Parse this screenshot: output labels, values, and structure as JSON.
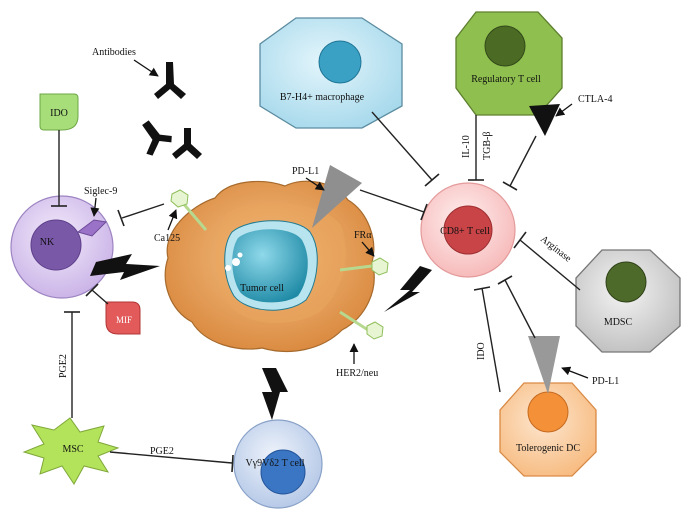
{
  "cells": {
    "tumor": "Tumor cell",
    "nk": "NK",
    "cd8": "CD8+ T cell",
    "treg": "Regulatory T cell",
    "macrophage": "B7-H4+ macrophage",
    "mdsc": "MDSC",
    "tolerogenic_dc": "Tolerogenic DC",
    "vgamma": "Vγ9Vδ2 T cell",
    "msc": "MSC"
  },
  "molecules": {
    "antibodies": "Antibodies",
    "ido_top": "IDO",
    "siglec": "Siglec-9",
    "ca125": "Ca125",
    "mif": "MIF",
    "pdl1_top": "PD-L1",
    "fra": "FRα",
    "her2": "HER2/neu",
    "il10": "IL-10",
    "tgfb": "TGB-β",
    "ctla4": "CTLA-4",
    "arginase": "Arginase",
    "ido_dc": "IDO",
    "pdl1_dc": "PD-L1",
    "pge2_left": "PGE2",
    "pge2_bottom": "PGE2"
  },
  "colors": {
    "tumor_outer": "#e6a15a",
    "tumor_inner": "#3aa5bd",
    "nk": "#d9c6ef",
    "nk_nucleus": "#7d5aa6",
    "cd8": "#fbd2d2",
    "cd8_nucleus": "#c94447",
    "treg": "#8fc04f",
    "treg_nucleus": "#4b6a24",
    "macrophage": "#b9e3f2",
    "macrophage_nucleus": "#3aa0c4",
    "mdsc": "#d2d2d2",
    "mdsc_nucleus": "#4e6a2a",
    "dc": "#fbd4ad",
    "dc_nucleus": "#f39038",
    "vgamma": "#c6d5ee",
    "vgamma_nucleus": "#3a76c3",
    "msc": "#b3e25b",
    "ido": "#a7de7a",
    "mif": "#e25a5a"
  }
}
